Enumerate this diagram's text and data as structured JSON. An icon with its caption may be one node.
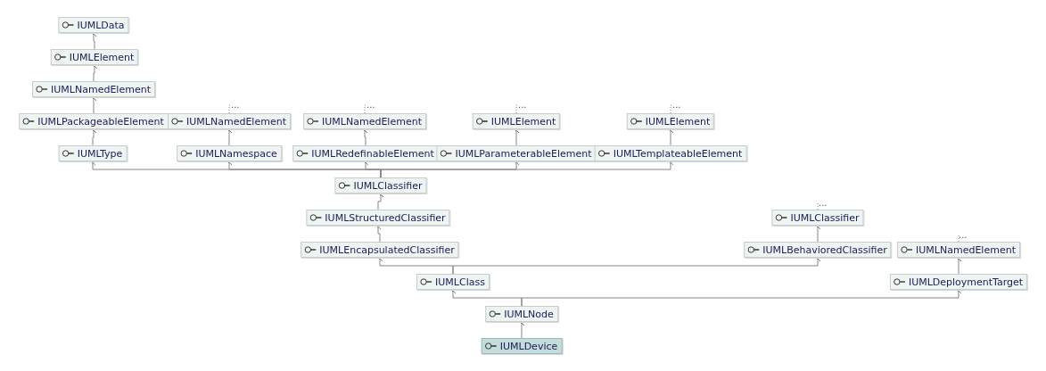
{
  "diagram": {
    "nodes": [
      {
        "text": [
          "IUMLData"
        ]
      },
      {
        "text": [
          "IUMLElement"
        ]
      },
      {
        "text": [
          "IUMLNamedElement"
        ]
      },
      {
        "text": [
          "IUMLPackageableElement"
        ]
      },
      {
        "text": [
          "..."
        ]
      },
      {
        "text": [
          "IUMLNamedElement"
        ]
      },
      {
        "text": [
          "..."
        ]
      },
      {
        "text": [
          "IUMLNamedElement"
        ]
      },
      {
        "text": [
          "..."
        ]
      },
      {
        "text": [
          "IUMLElement"
        ]
      },
      {
        "text": [
          "..."
        ]
      },
      {
        "text": [
          "IUMLElement"
        ]
      },
      {
        "text": [
          "IUMLType"
        ]
      },
      {
        "text": [
          "IUMLNamespace"
        ]
      },
      {
        "text": [
          "IUMLRedefinableElement"
        ]
      },
      {
        "text": [
          "IUMLParameterableElement"
        ]
      },
      {
        "text": [
          "IUMLTemplateableElement"
        ]
      },
      {
        "text": [
          "IUMLClassifier"
        ]
      },
      {
        "text": [
          "IUMLStructuredClassifier"
        ]
      },
      {
        "text": [
          "..."
        ]
      },
      {
        "text": [
          "IUMLClassifier"
        ]
      },
      {
        "text": [
          "IUMLEncapsulatedClassifier"
        ]
      },
      {
        "text": [
          "IUMLBehavioredClassifier"
        ]
      },
      {
        "text": [
          "..."
        ]
      },
      {
        "text": [
          "IUMLNamedElement"
        ]
      },
      {
        "text": [
          "IUMLClass"
        ]
      },
      {
        "text": [
          "IUMLDeploymentTarget"
        ]
      },
      {
        "text": [
          "IUMLNode"
        ]
      },
      {
        "text": [
          "IUMLDevice"
        ]
      }
    ],
    "edges": [
      {
        "from": 1,
        "to": 0,
        "arrow": "to"
      },
      {
        "from": 2,
        "to": 1,
        "arrow": "to"
      },
      {
        "from": 3,
        "to": 2,
        "arrow": "to"
      },
      {
        "from": 5,
        "to": 4,
        "arrow": "none",
        "style": "dashed"
      },
      {
        "from": 7,
        "to": 6,
        "arrow": "none",
        "style": "dashed"
      },
      {
        "from": 9,
        "to": 8,
        "arrow": "none",
        "style": "dashed"
      },
      {
        "from": 11,
        "to": 10,
        "arrow": "none",
        "style": "dashed"
      },
      {
        "from": 12,
        "to": 3,
        "arrow": "to"
      },
      {
        "from": 13,
        "to": 5,
        "arrow": "to"
      },
      {
        "from": 14,
        "to": 7,
        "arrow": "to"
      },
      {
        "from": 15,
        "to": 9,
        "arrow": "to"
      },
      {
        "from": 16,
        "to": 11,
        "arrow": "to"
      },
      {
        "from": 17,
        "to": 12,
        "arrow": "to"
      },
      {
        "from": 17,
        "to": 13,
        "arrow": "to"
      },
      {
        "from": 17,
        "to": 14,
        "arrow": "to"
      },
      {
        "from": 17,
        "to": 15,
        "arrow": "to"
      },
      {
        "from": 17,
        "to": 16,
        "arrow": "to"
      },
      {
        "from": 18,
        "to": 17,
        "arrow": "to"
      },
      {
        "from": 20,
        "to": 19,
        "arrow": "none",
        "style": "dashed"
      },
      {
        "from": 21,
        "to": 18,
        "arrow": "to"
      },
      {
        "from": 22,
        "to": 20,
        "arrow": "to"
      },
      {
        "from": 24,
        "to": 23,
        "arrow": "none",
        "style": "dashed"
      },
      {
        "from": 25,
        "to": 21,
        "arrow": "to"
      },
      {
        "from": 25,
        "to": 22,
        "arrow": "to"
      },
      {
        "from": 26,
        "to": 24,
        "arrow": "to"
      },
      {
        "from": 27,
        "to": 25,
        "arrow": "to"
      },
      {
        "from": 27,
        "to": 26,
        "arrow": "to"
      },
      {
        "from": 28,
        "to": 27,
        "arrow": "to"
      }
    ]
  }
}
